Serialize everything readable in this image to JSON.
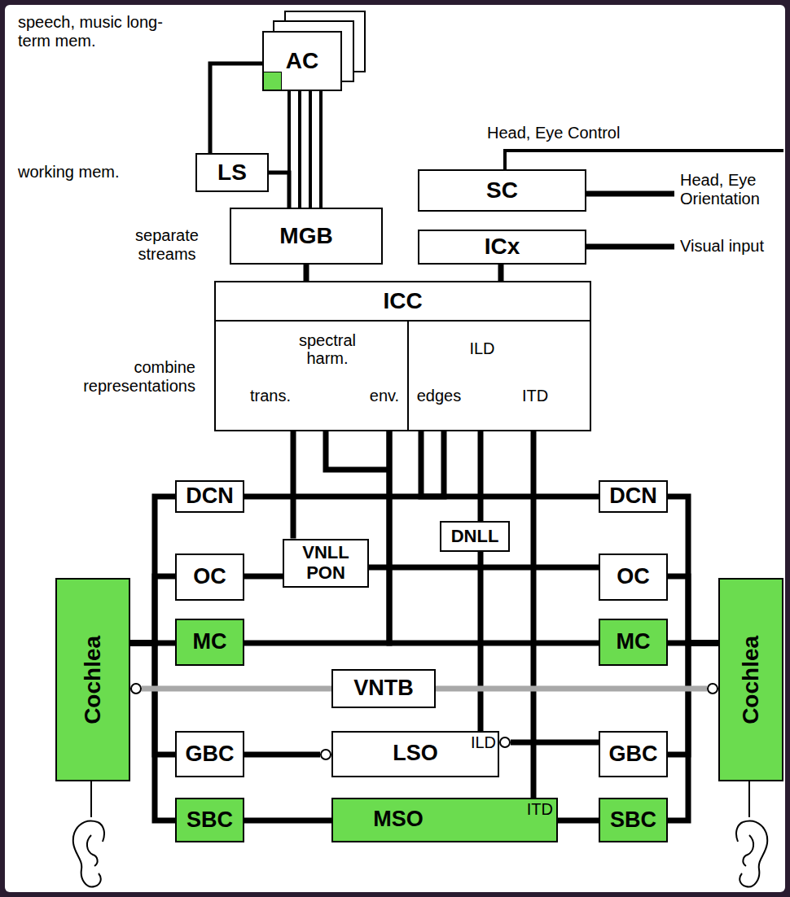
{
  "diagram": {
    "nodes": [
      {
        "text": [
          "AC"
        ]
      },
      {
        "text": [
          "LS"
        ]
      },
      {
        "text": [
          "SC"
        ]
      },
      {
        "text": [
          "MGB"
        ]
      },
      {
        "text": [
          "ICx"
        ]
      },
      {
        "text": [
          "ICC",
          "spectral harm.",
          "ILD",
          "trans.",
          "env.",
          "edges",
          "ITD"
        ]
      },
      {
        "text": [
          "DCN"
        ]
      },
      {
        "text": [
          "DCN"
        ]
      },
      {
        "text": [
          "DNLL"
        ]
      },
      {
        "text": [
          "OC"
        ]
      },
      {
        "text": [
          "VNLL PON"
        ]
      },
      {
        "text": [
          "OC"
        ]
      },
      {
        "text": [
          "Cochlea"
        ]
      },
      {
        "text": [
          "MC"
        ]
      },
      {
        "text": [
          "MC"
        ]
      },
      {
        "text": [
          "Cochlea"
        ]
      },
      {
        "text": [
          "VNTB"
        ]
      },
      {
        "text": [
          "GBC"
        ]
      },
      {
        "text": [
          "LSO",
          "ILD"
        ]
      },
      {
        "text": [
          "GBC"
        ]
      },
      {
        "text": [
          "SBC"
        ]
      },
      {
        "text": [
          "MSO",
          "ITD"
        ]
      },
      {
        "text": [
          "SBC"
        ]
      }
    ],
    "edges": [
      {
        "from": 1,
        "to": 0,
        "arrow": "none"
      },
      {
        "from": 3,
        "to": 0,
        "arrow": "none"
      },
      {
        "from": 1,
        "to": 3,
        "arrow": "none"
      },
      {
        "from": 5,
        "to": 3,
        "arrow": "none"
      },
      {
        "from": 5,
        "to": 4,
        "arrow": "none"
      },
      {
        "from": 6,
        "to": 5,
        "arrow": "none"
      },
      {
        "from": 7,
        "to": 5,
        "arrow": "none"
      },
      {
        "from": 9,
        "to": 10,
        "arrow": "none"
      },
      {
        "from": 10,
        "to": 11,
        "arrow": "none"
      },
      {
        "from": 10,
        "to": 5,
        "arrow": "none"
      },
      {
        "from": 18,
        "to": 8,
        "arrow": "none"
      },
      {
        "from": 8,
        "to": 5,
        "arrow": "none"
      },
      {
        "from": 21,
        "to": 5,
        "arrow": "none"
      },
      {
        "from": 12,
        "to": 13,
        "arrow": "none"
      },
      {
        "from": 12,
        "to": 6,
        "arrow": "none"
      },
      {
        "from": 12,
        "to": 9,
        "arrow": "none"
      },
      {
        "from": 12,
        "to": 17,
        "arrow": "none"
      },
      {
        "from": 12,
        "to": 20,
        "arrow": "none"
      },
      {
        "from": 15,
        "to": 14,
        "arrow": "none"
      },
      {
        "from": 15,
        "to": 7,
        "arrow": "none"
      },
      {
        "from": 15,
        "to": 11,
        "arrow": "none"
      },
      {
        "from": 15,
        "to": 19,
        "arrow": "none"
      },
      {
        "from": 15,
        "to": 22,
        "arrow": "none"
      },
      {
        "from": 13,
        "to": 5,
        "arrow": "none"
      },
      {
        "from": 14,
        "to": 5,
        "arrow": "none"
      },
      {
        "from": 16,
        "to": 12,
        "arrow": "to"
      },
      {
        "from": 16,
        "to": 15,
        "arrow": "to"
      },
      {
        "from": 17,
        "to": 18,
        "arrow": "to"
      },
      {
        "from": 19,
        "to": 18,
        "arrow": "to"
      },
      {
        "from": 20,
        "to": 21,
        "arrow": "none"
      },
      {
        "from": 22,
        "to": 21,
        "arrow": "none"
      }
    ],
    "labels": [
      "speech, music long-term mem.",
      "Head, Eye Control",
      "working mem.",
      "Head, Eye Orientation",
      "separate streams",
      "Visual input",
      "combine representations"
    ]
  }
}
